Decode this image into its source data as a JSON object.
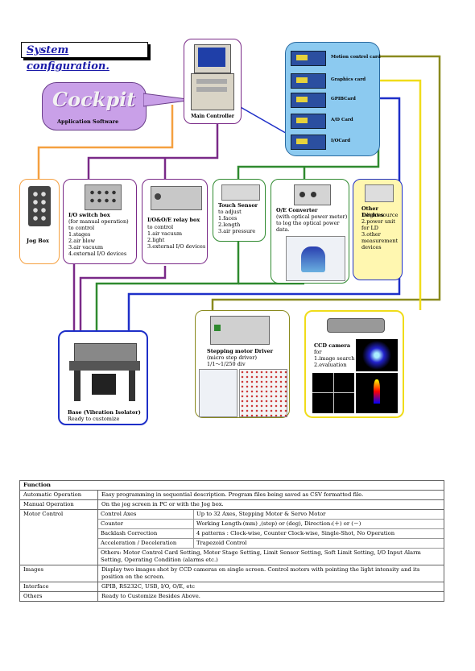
{
  "title": "System configuration.",
  "cockpit": {
    "logo": "Cockpit",
    "caption": "Application Software"
  },
  "main_controller": {
    "label": "Main Controller"
  },
  "cards": [
    {
      "label": "Motion control card"
    },
    {
      "label": "Graphics card"
    },
    {
      "label": "GPIBCard"
    },
    {
      "label": "A/D Card"
    },
    {
      "label": "I/OCard"
    }
  ],
  "jog_box": {
    "label": "Jog Box"
  },
  "io_switch": {
    "title": "I/O switch box",
    "lines": [
      "(for manual operation)",
      "to control",
      "1.stages",
      "2.air blow",
      "3.air vacuum",
      "4.external I/O devices"
    ]
  },
  "relay_box": {
    "title": "I/O&O/E relay box",
    "lines": [
      "to control",
      "1.air vacuum",
      "2.light",
      "3.external I/O devices"
    ]
  },
  "touch_sensor": {
    "title": "Touch Sensor",
    "lines": [
      "to adjust",
      "1.faces",
      "2.length",
      "3.air pressure"
    ]
  },
  "oe_converter": {
    "title": "O/E Converter",
    "lines": [
      "(with optical power meter)",
      "to log the optical power",
      "data."
    ]
  },
  "other_devices": {
    "title": "Other Devices",
    "lines": [
      "1.light source",
      "2.power unit",
      "for LD",
      "3.other",
      "measurement",
      "devices"
    ]
  },
  "base": {
    "title": "Base (Vibration Isolator)",
    "sub": "Ready to customize"
  },
  "stepping": {
    "title": "Stepping motor Driver",
    "lines": [
      "(micro step driver)",
      "1/1～1/250 div"
    ]
  },
  "ccd": {
    "title": "CCD camera",
    "lines": [
      "for",
      "1.image search",
      "2.evaluation"
    ]
  },
  "colors": {
    "orange": "#f5a040",
    "purple": "#7a2a88",
    "green": "#2f8a2f",
    "blue": "#1e2fc8",
    "olive": "#8a8a1e",
    "yellow": "#f0dc1a",
    "cockpit_bg": "#c9a0e8",
    "card_bg": "#8ccaf0"
  },
  "table": {
    "header": "Function",
    "rows": [
      {
        "name": "Automatic Operation",
        "value": "Easy programming in sequential description.   Program files being saved as CSV formatted file."
      },
      {
        "name": "Manual Operation",
        "value": "On the jog screen in PC or with the Jog box."
      }
    ],
    "motor": {
      "name": "Motor Control",
      "sub": [
        {
          "k": "Control Axes",
          "v": "Up to 32 Axes,     Stepping Motor & Servo Motor"
        },
        {
          "k": "Counter",
          "v": "Working Length:(mm) ,(step) or (deg),    Direction:(＋) or (－)"
        },
        {
          "k": "Backlash Correction",
          "v": "4 patterns : Clock-wise, Counter Clock-wise, Single-Shot, No Operation"
        },
        {
          "k": "Acceleration / Deceleration",
          "v": "Trapezoid Control"
        }
      ],
      "others": "Others: Motor Control Card Setting, Motor Stage Setting, Limit Sensor Setting, Soft Limit Setting, I/O Input Alarm Setting,     Operating Condition (alarms etc.)"
    },
    "rows2": [
      {
        "name": "Images",
        "value": "Display two images shot by CCD cameras on single screen. Control motors with pointing the light intensity and its position on the screen."
      },
      {
        "name": "Interface",
        "value": "GPIB, RS232C, USB, I/O, O/E, etc"
      },
      {
        "name": "Others",
        "value": "Ready to Customize Besides Above."
      }
    ]
  }
}
